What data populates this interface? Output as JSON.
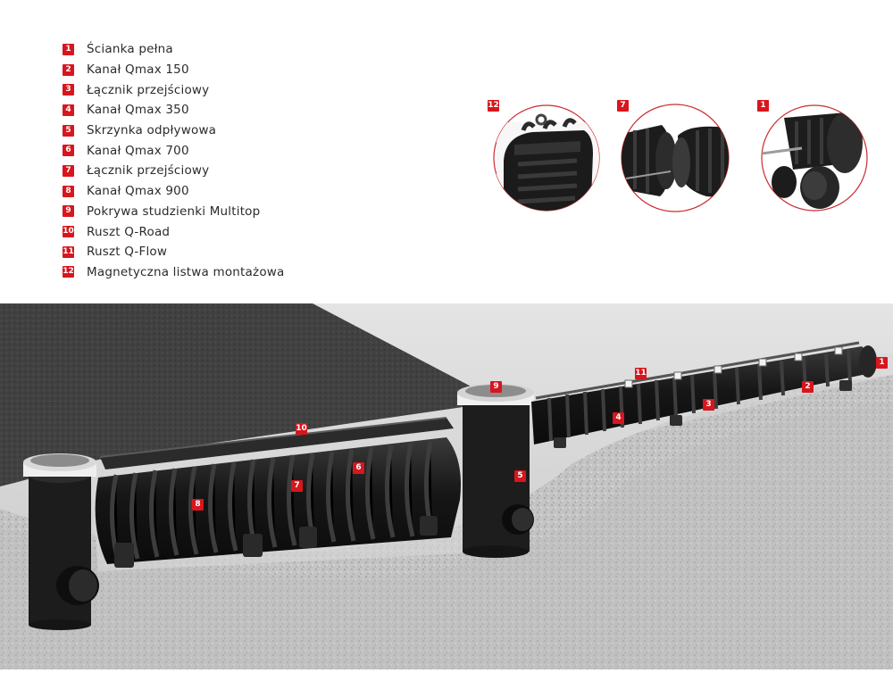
{
  "legend": [
    {
      "num": "1",
      "label": "Ścianka pełna"
    },
    {
      "num": "2",
      "label": "Kanał Qmax 150"
    },
    {
      "num": "3",
      "label": "Łącznik przejściowy"
    },
    {
      "num": "4",
      "label": "Kanał Qmax 350"
    },
    {
      "num": "5",
      "label": "Skrzynka odpływowa"
    },
    {
      "num": "6",
      "label": "Kanał Qmax 700"
    },
    {
      "num": "7",
      "label": "Łącznik przejściowy"
    },
    {
      "num": "8",
      "label": "Kanał Qmax 900"
    },
    {
      "num": "9",
      "label": "Pokrywa studzienki Multitop"
    },
    {
      "num": "10",
      "label": "Ruszt Q-Road"
    },
    {
      "num": "11",
      "label": "Ruszt Q-Flow"
    },
    {
      "num": "12",
      "label": "Magnetyczna listwa montażowa"
    }
  ],
  "details": [
    {
      "num": "12"
    },
    {
      "num": "7"
    },
    {
      "num": "1"
    }
  ],
  "callouts": [
    "1",
    "2",
    "3",
    "4",
    "5",
    "6",
    "7",
    "8",
    "9",
    "10",
    "11"
  ],
  "colors": {
    "accent": "#d7161d",
    "pipe": "#1e1e1e",
    "asphalt": "#3a3a3a",
    "gravel": "#c9c9c9"
  }
}
